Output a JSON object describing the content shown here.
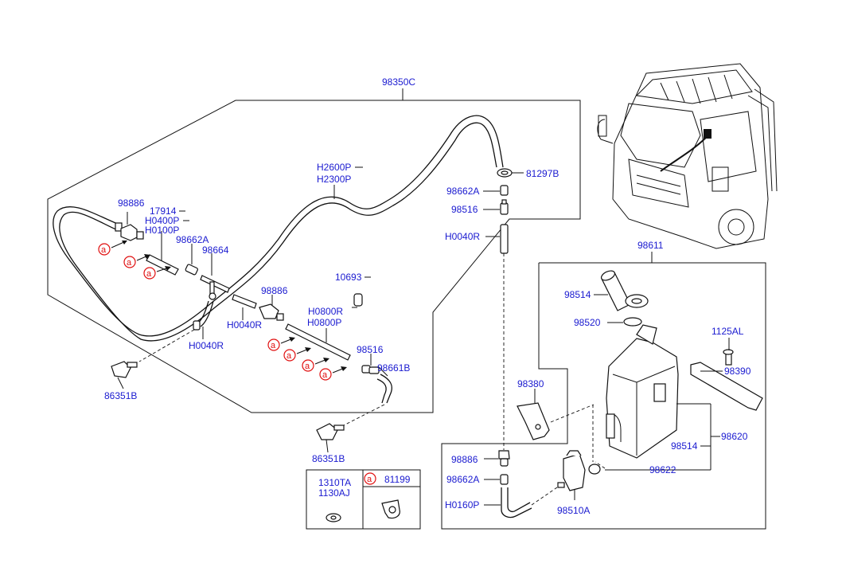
{
  "labels": {
    "assembly": "98350C",
    "hose_h2600": "H2600P",
    "hose_h2300": "H2300P",
    "cap_81297": "81297B",
    "conn_98662a_top": "98662A",
    "valve_98516_top": "98516",
    "hose_h0040_right": "H0040R",
    "nozzle_98886_left": "98886",
    "clip_17914": "17914",
    "hose_h0400": "H0400P",
    "hose_h0100": "H0100P",
    "conn_98662a_mid": "98662A",
    "tee_98664": "98664",
    "plug_10693": "10693",
    "nozzle_98886_mid": "98886",
    "hose_h0800r": "H0800R",
    "hose_h0800p": "H0800P",
    "hose_h0040_mid": "H0040R",
    "hose_h0040_left": "H0040R",
    "valve_98516_mid": "98516",
    "hose_98661b": "98661B",
    "nozzle_86351b_left": "86351B",
    "nozzle_86351b_bottom": "86351B",
    "reservoir_98611": "98611",
    "filter_98514": "98514",
    "cap_98520": "98520",
    "bolt_1125al": "1125AL",
    "bracket_98390": "98390",
    "bracket_98380": "98380",
    "pump_98620": "98620",
    "grommet_98514": "98514",
    "valve_98886_bottom": "98886",
    "conn_98662a_bottom": "98662A",
    "grommet_98622": "98622",
    "hose_h0160": "H0160P",
    "motor_98510a": "98510A",
    "nut_1310ta": "1310TA",
    "nut_1130aj": "1130AJ",
    "clip_code": "81199"
  },
  "callout_letter": "a",
  "colors": {
    "label": "#1a1ad0",
    "callout": "#e01010",
    "line": "#111111"
  },
  "icons": [
    "truck-illustration",
    "washer-reservoir",
    "washer-pump",
    "hose-clip",
    "nozzle",
    "nut"
  ]
}
